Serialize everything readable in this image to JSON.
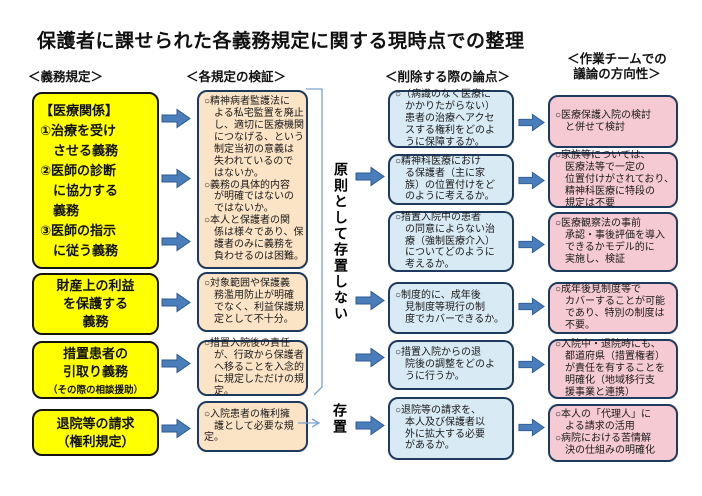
{
  "title": "保護者に課せられた各義務規定に関する現時点での整理",
  "headers": [
    "＜義務規定＞",
    "＜各規定の検証＞",
    "＜削除する際の論点＞",
    "＜作業チームでの\n議論の方向性＞"
  ],
  "col1": [
    {
      "text": "【医療関係】\n①治療を受け\n　させる義務\n②医師の診断\n　に協力する\n　義務\n③医師の指示\n　に従う義務"
    },
    {
      "text": "財産上の利益\nを保護する\n義務"
    },
    {
      "text": "措置患者の\n引取り義務",
      "sub": "（その際の相談援助）"
    },
    {
      "text": "退院等の請求\n（権利規定）"
    }
  ],
  "col2": [
    {
      "text": "○精神病者監護法に\n　よる私宅監置を廃止\n　し、適切に医療機関\n　につなげる、という\n　制定当初の意義は\n　失われているので\n　はないか。\n○義務の具体的内容\n　が明確ではないの\n　ではないか。\n○本人と保護者の関\n　係は様々であり、保\n　護者のみに義務を\n　負わせるのは困難。"
    },
    {
      "text": "○対象範囲や保護義\n　務濫用防止が明確\n　でなく、利益保護規\n　定として不十分。"
    },
    {
      "text": "○措置入院後の責任\n　が、行政から保護者\n　へ移ることを入念的\n　に規定しただけの規\n　定。"
    },
    {
      "text": "○入院患者の権利擁\n　護として必要な規定。"
    }
  ],
  "col3": [
    {
      "text": "○（病識のなく医療に\n　かかりたがらない）\n　患者の治療へアクセ\n　スする権利をどのよ\n　うに保障するか。"
    },
    {
      "text": "○精神科医療におけ\n　る保護者（主に家\n　族）の位置付けをど\n　のように考えるか。"
    },
    {
      "text": "○措置入院中の患者\n　の同意によらない治\n　療（強制医療介入）\n　についてどのように\n　考えるか。"
    },
    {
      "text": "○制度的に、成年後\n　見制度等現行の制\n　度でカバーできるか。"
    },
    {
      "text": "○措置入院からの退\n　院後の調整をどのよ\n　うに行うか。"
    },
    {
      "text": "○退院等の請求を、\n　本人及び保護者以\n　外に拡大する必要\n　があるか。"
    }
  ],
  "col4": [
    {
      "text": "○医療保護入院の検討\n　と併せて検討"
    },
    {
      "text": "○家族等については、\n　医療法等で一定の\n　位置付けがされており、\n　精神科医療に特段の\n　規定は不要"
    },
    {
      "text": "○医療観察法の事前\n　承認・事後評価を導入\n　できるかモデル的に\n　実施し、検証"
    },
    {
      "text": "○成年後見制度等で\n　カバーすることが可能\n　であり、特別の制度は\n　不要。"
    },
    {
      "text": "○入院中・退院時にも、\n　都道府県（措置権者）\n　が責任を有することを\n　明確化（地域移行支\n　援事業と連携）"
    },
    {
      "text": "○本人の「代理人」に\n　よる請求の活用\n○病院における苦情解\n　決の仕組みの明確化"
    }
  ],
  "vertical_labels": {
    "principle": "原則として存置しない",
    "retain": "存置"
  },
  "icons": {
    "flow_arrow": "block-arrow-right",
    "group_bracket": "right-square-bracket",
    "thin_arrow": "thin-line-arrow-right"
  },
  "colors": {
    "yellow": "#ffff00",
    "peach": "#fbe3c6",
    "blue": "#d8eaf4",
    "pink": "#f5cad3",
    "border": "#1f3a5f",
    "arrow": "#4a7ebb",
    "arrowline": "#2e5a94"
  }
}
